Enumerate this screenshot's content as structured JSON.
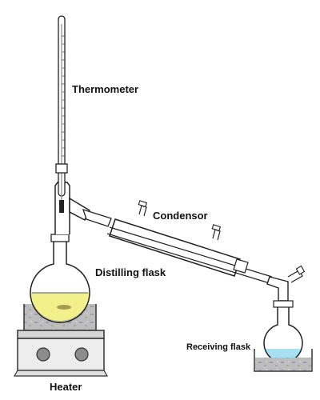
{
  "labels": {
    "thermometer": "Thermometer",
    "condenser": "Condensor",
    "distilling_flask": "Distilling flask",
    "receiving_flask": "Receiving flask",
    "heater": "Heater"
  },
  "colors": {
    "glass_outline": "#222222",
    "liquid_distilling": "#f2f08a",
    "liquid_receiving": "#a6e0f2",
    "heater_body": "#ededed",
    "heater_bath": "#bfbfbf",
    "knob": "#8c8c8c"
  }
}
